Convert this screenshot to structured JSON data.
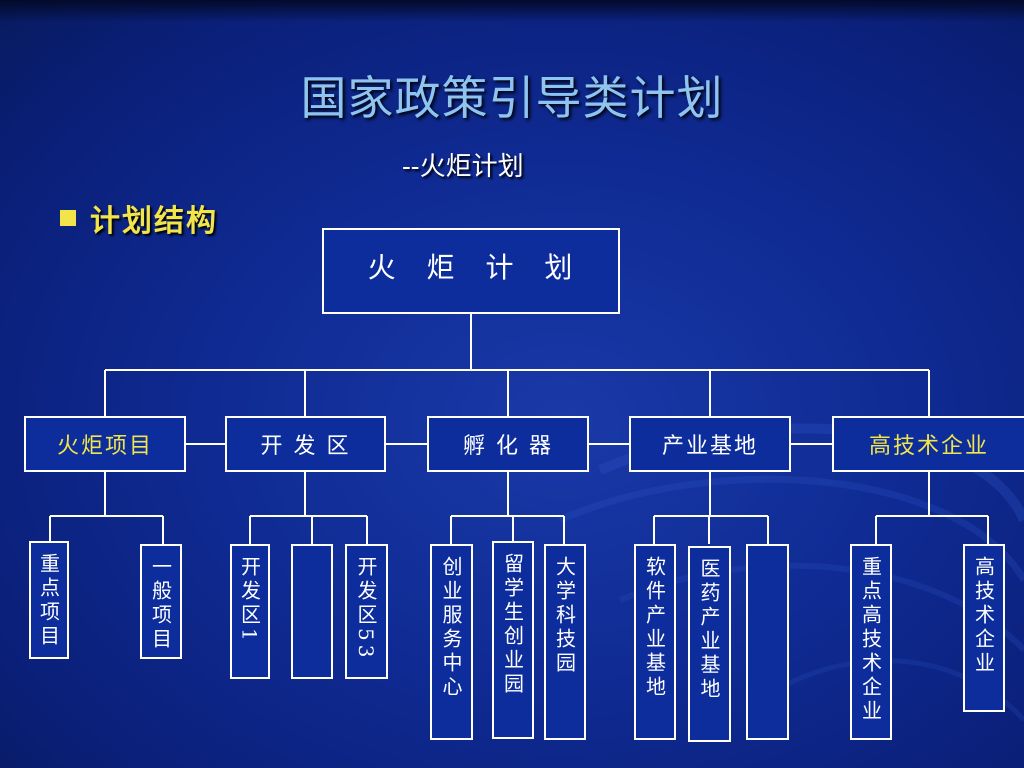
{
  "title": "国家政策引导类计划",
  "subtitle": "--火炬计划",
  "bullet": "计划结构",
  "colors": {
    "background": "#0f2a92",
    "title": "#8fc4f0",
    "accent": "#f2e54a",
    "box_border": "#ffffff"
  },
  "root": "火 炬 计 划",
  "categories": [
    {
      "label": "火炬项目",
      "highlight": true
    },
    {
      "label": "开 发  区",
      "highlight": false
    },
    {
      "label": "孵 化 器",
      "highlight": false
    },
    {
      "label": "产业基地",
      "highlight": false
    },
    {
      "label": "高技术企业",
      "highlight": true
    }
  ],
  "leaves": [
    [
      "重点项目",
      "一般项目"
    ],
    [
      "开发区1",
      "",
      "开发区53"
    ],
    [
      "创业服务中心",
      "留学生创业园",
      "大学科技园"
    ],
    [
      "软件产业基地",
      "医药产业基地",
      ""
    ],
    [
      "重点高技术企业",
      "高技术企业"
    ]
  ]
}
